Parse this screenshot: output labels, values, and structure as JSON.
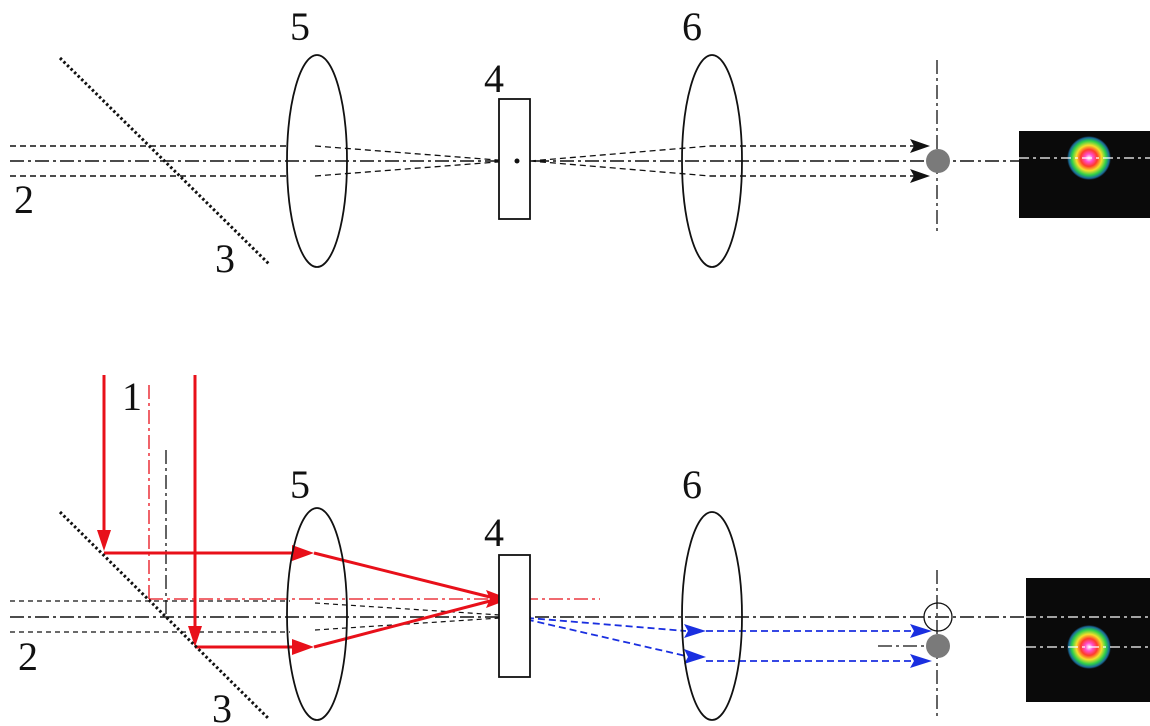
{
  "labels": {
    "top_lens_5": "5",
    "top_crystal_4": "4",
    "top_lens_6": "6",
    "top_beam_2": "2",
    "top_mirror_3": "3",
    "bottom_beam_1": "1",
    "bottom_lens_5": "5",
    "bottom_crystal_4": "4",
    "bottom_lens_6": "6",
    "bottom_beam_2": "2",
    "bottom_mirror_3": "3"
  },
  "colors": {
    "line": "#111111",
    "pump_beam": "#e8101a",
    "signal_beam": "#1a2fe0",
    "spot_fill": "#7a7a7a",
    "camera_background": "#0a0a0a"
  }
}
